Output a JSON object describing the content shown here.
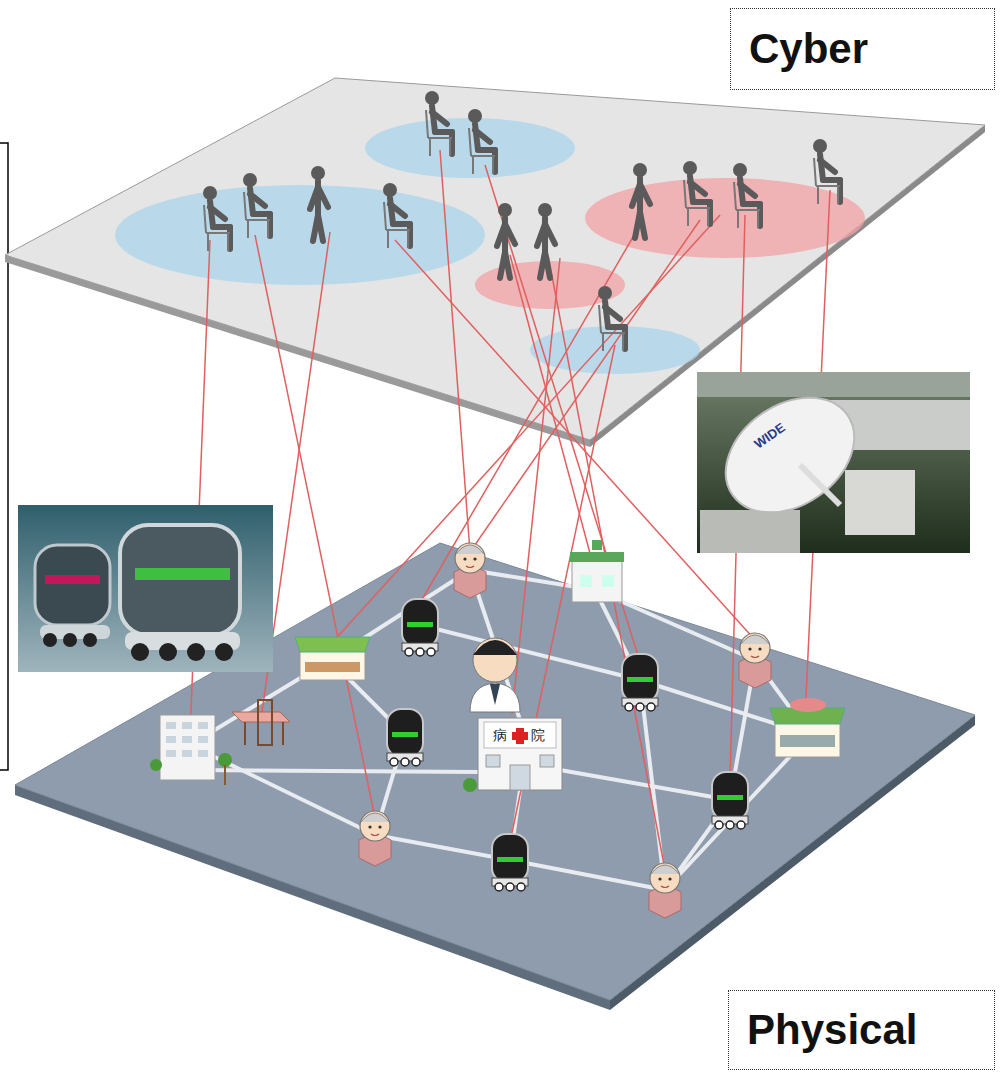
{
  "diagram": {
    "nodes": [
      {
        "text": [
          "Cyber"
        ]
      },
      {
        "text": [
          "Physical"
        ]
      }
    ],
    "labels": [
      "WIDE",
      "病",
      "院"
    ]
  }
}
